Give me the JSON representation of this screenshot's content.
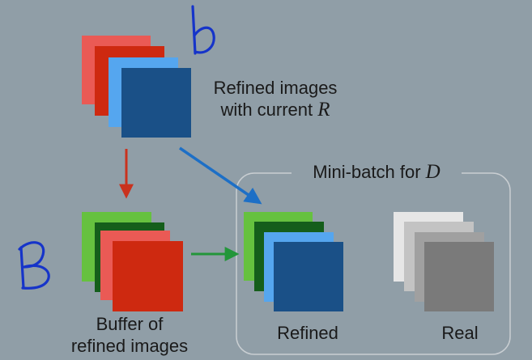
{
  "slide": {
    "background": "#909ea7"
  },
  "refined_stack": {
    "caption_line1": "Refined images",
    "caption_line2_prefix": "with current ",
    "caption_var": "R",
    "annotation": "b"
  },
  "buffer_stack": {
    "caption_line1": "Buffer of",
    "caption_line2": "refined images",
    "annotation": "B"
  },
  "minibatch": {
    "title_prefix": "Mini-batch for ",
    "title_var": "D",
    "refined_label": "Refined",
    "real_label": "Real"
  },
  "colors": {
    "salmon": "#ea5a55",
    "crimson": "#ce2910",
    "light_blue": "#55a6ef",
    "navy": "#1a5087",
    "light_green": "#66c13f",
    "dark_green": "#155e1b",
    "red_arrow": "#c9321e",
    "blue_arrow": "#1d6fc6",
    "green_arrow": "#23963a",
    "ink": "#1634c9",
    "grey_1": "#e6e6e6",
    "grey_2": "#c3c3c3",
    "grey_3": "#a0a0a0",
    "grey_4": "#7a7a7a"
  },
  "arrows": [
    {
      "name": "red-arrow",
      "meaning": "refined images to buffer"
    },
    {
      "name": "blue-arrow",
      "meaning": "refined images to mini-batch"
    },
    {
      "name": "green-arrow",
      "meaning": "buffer to mini-batch"
    }
  ]
}
